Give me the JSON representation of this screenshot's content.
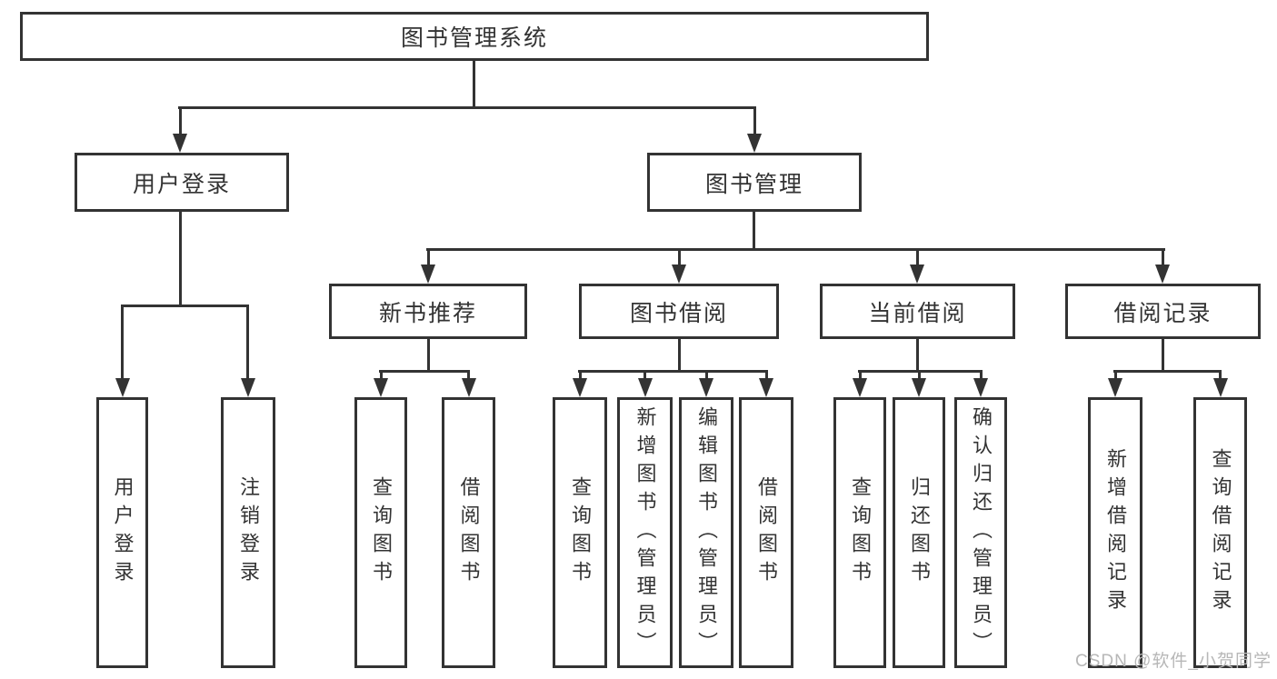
{
  "diagram": {
    "type": "tree-functional-structure",
    "colors": {
      "line": "#333333",
      "text": "#333333",
      "background": "#ffffff",
      "watermark": "#b7b7b7"
    },
    "nodes": {
      "root": {
        "label": "图书管理系统"
      },
      "level2": [
        {
          "label": "用户登录"
        },
        {
          "label": "图书管理"
        }
      ],
      "level3": [
        {
          "label": "新书推荐",
          "parent": "图书管理"
        },
        {
          "label": "图书借阅",
          "parent": "图书管理"
        },
        {
          "label": "当前借阅",
          "parent": "图书管理"
        },
        {
          "label": "借阅记录",
          "parent": "图书管理"
        }
      ],
      "leaves": [
        {
          "label": "用户登录",
          "parent": "用户登录"
        },
        {
          "label": "注销登录",
          "parent": "用户登录"
        },
        {
          "label": "查询图书",
          "parent": "新书推荐"
        },
        {
          "label": "借阅图书",
          "parent": "新书推荐"
        },
        {
          "label": "查询图书",
          "parent": "图书借阅"
        },
        {
          "label": "新增图书（管理员）",
          "parent": "图书借阅"
        },
        {
          "label": "编辑图书（管理员）",
          "parent": "图书借阅"
        },
        {
          "label": "借阅图书",
          "parent": "图书借阅"
        },
        {
          "label": "查询图书",
          "parent": "当前借阅"
        },
        {
          "label": "归还图书",
          "parent": "当前借阅"
        },
        {
          "label": "确认归还（管理员）",
          "parent": "当前借阅"
        },
        {
          "label": "新增借阅记录",
          "parent": "借阅记录"
        },
        {
          "label": "查询借阅记录",
          "parent": "借阅记录"
        }
      ]
    },
    "watermark": {
      "text": "CSDN @软件_小贺同学"
    }
  }
}
